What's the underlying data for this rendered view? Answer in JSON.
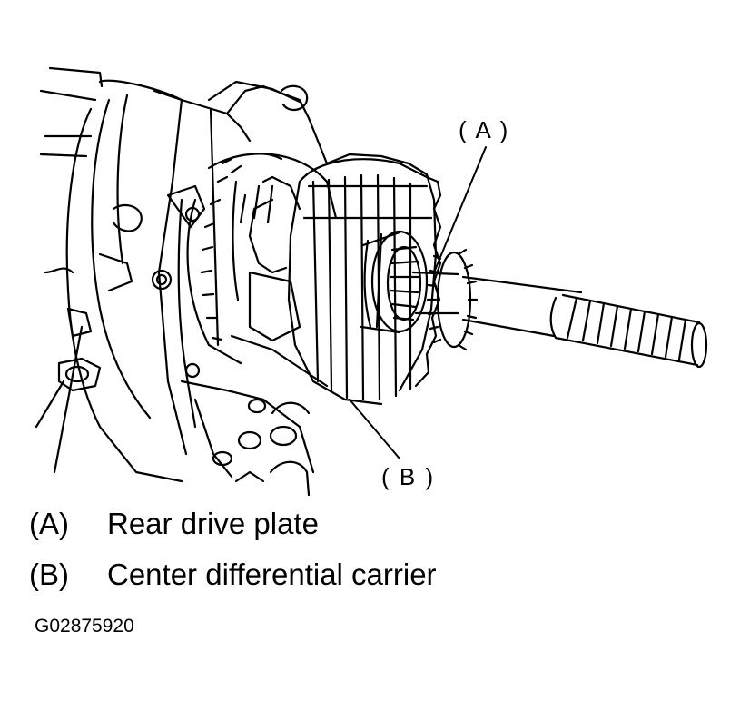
{
  "callouts": {
    "a": "( A )",
    "b": "( B )"
  },
  "legend": [
    {
      "key": "(A)",
      "label": "Rear drive plate"
    },
    {
      "key": "(B)",
      "label": "Center differential carrier"
    }
  ],
  "figure_id": "G02875920"
}
